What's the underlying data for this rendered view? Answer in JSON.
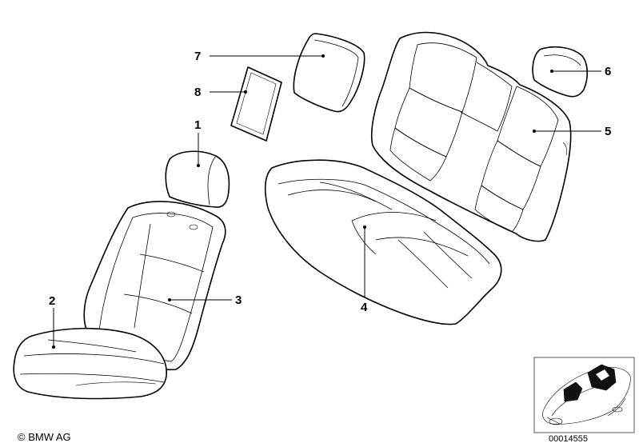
{
  "callouts": [
    {
      "id": "1",
      "label": "1"
    },
    {
      "id": "2",
      "label": "2"
    },
    {
      "id": "3",
      "label": "3"
    },
    {
      "id": "4",
      "label": "4"
    },
    {
      "id": "5",
      "label": "5"
    },
    {
      "id": "6",
      "label": "6"
    },
    {
      "id": "7",
      "label": "7"
    },
    {
      "id": "8",
      "label": "8"
    }
  ],
  "footer": {
    "copyright": "© BMW AG",
    "document_number": "00014555"
  }
}
